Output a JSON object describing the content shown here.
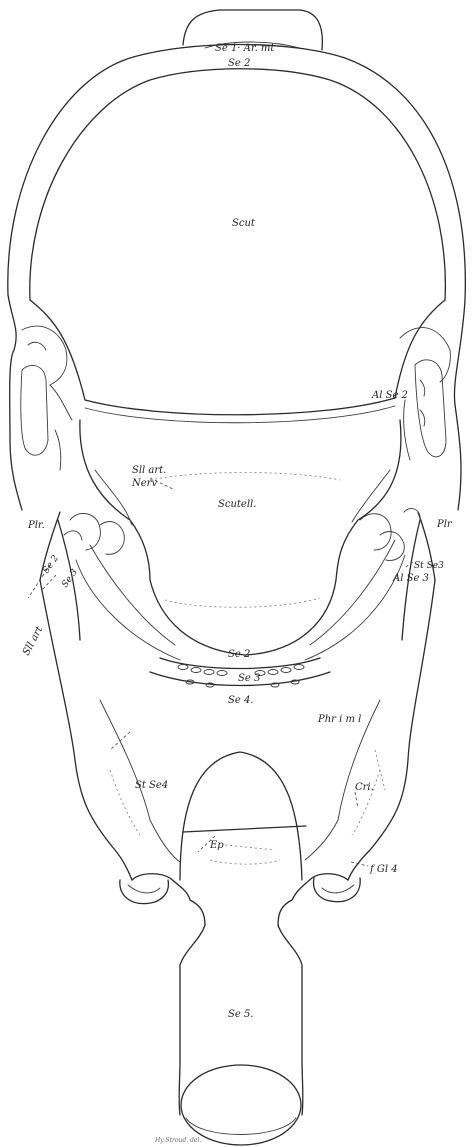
{
  "labels": {
    "se1_ar_mt": "Se 1· Ar. mt",
    "se2_top": "Se 2",
    "scut": "Scut",
    "al_se2": "Al Se 2",
    "sll_art_nerv": [
      "Sll art.",
      "Nerv"
    ],
    "scutell": "Scutell.",
    "plr_left": "Plr.",
    "plr_right": "Plr",
    "st_se3": "St Se3",
    "al_se3": "Al Se 3",
    "se2_left": "Se 2",
    "se3_left": "Se 3",
    "sll_art_left": "Sll art",
    "se2_lower": "Se 2",
    "se3_lower": "Se 3",
    "se4": "Se 4.",
    "phr_iml": "Phr i m l",
    "st_se4": "St Se4",
    "cri": "Cri.",
    "ep": "Ep",
    "f_gl4": "f Gl 4",
    "se5": "Se 5.",
    "signature": "Hy Stroud. del."
  }
}
